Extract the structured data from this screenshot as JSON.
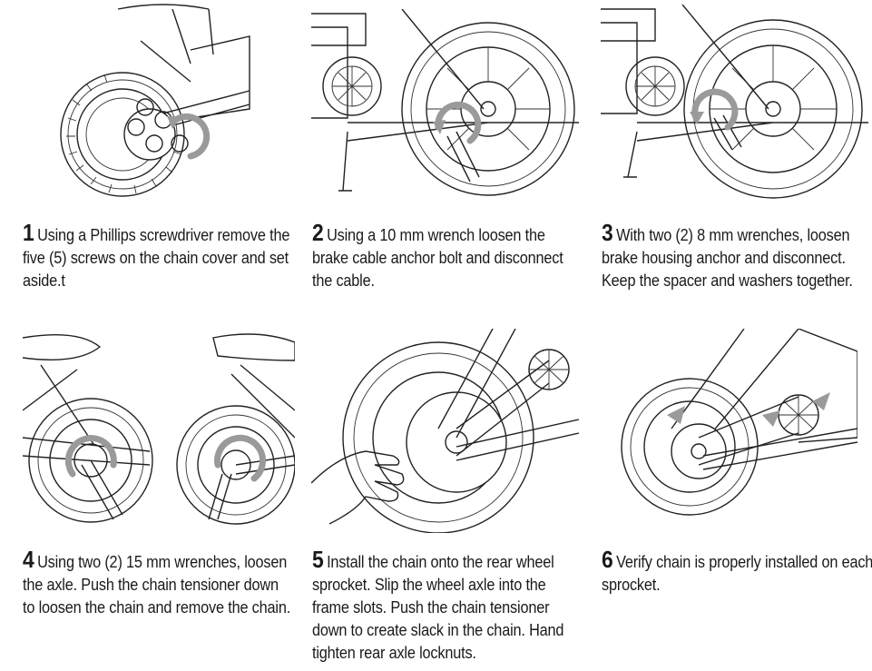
{
  "steps": [
    {
      "number": "1",
      "text": "Using a Phillips screwdriver remove the five (5) screws on the chain cover and set aside.t"
    },
    {
      "number": "2",
      "text": "Using a 10 mm wrench loosen the brake cable anchor bolt and disconnect the cable."
    },
    {
      "number": "3",
      "text": "With two (2) 8 mm wrenches, loosen brake housing anchor and disconnect. Keep the spacer and washers together."
    },
    {
      "number": "4",
      "text": "Using two (2) 15 mm wrenches, loosen the axle. Push the chain tensioner down to loosen the chain and remove the chain."
    },
    {
      "number": "5",
      "text": "Install the chain onto the rear wheel sprocket. Slip the wheel axle into the frame slots. Push the chain tensioner down to create slack in the chain. Hand tighten rear axle locknuts."
    },
    {
      "number": "6",
      "text": "Verify chain is properly installed on each sprocket."
    }
  ]
}
